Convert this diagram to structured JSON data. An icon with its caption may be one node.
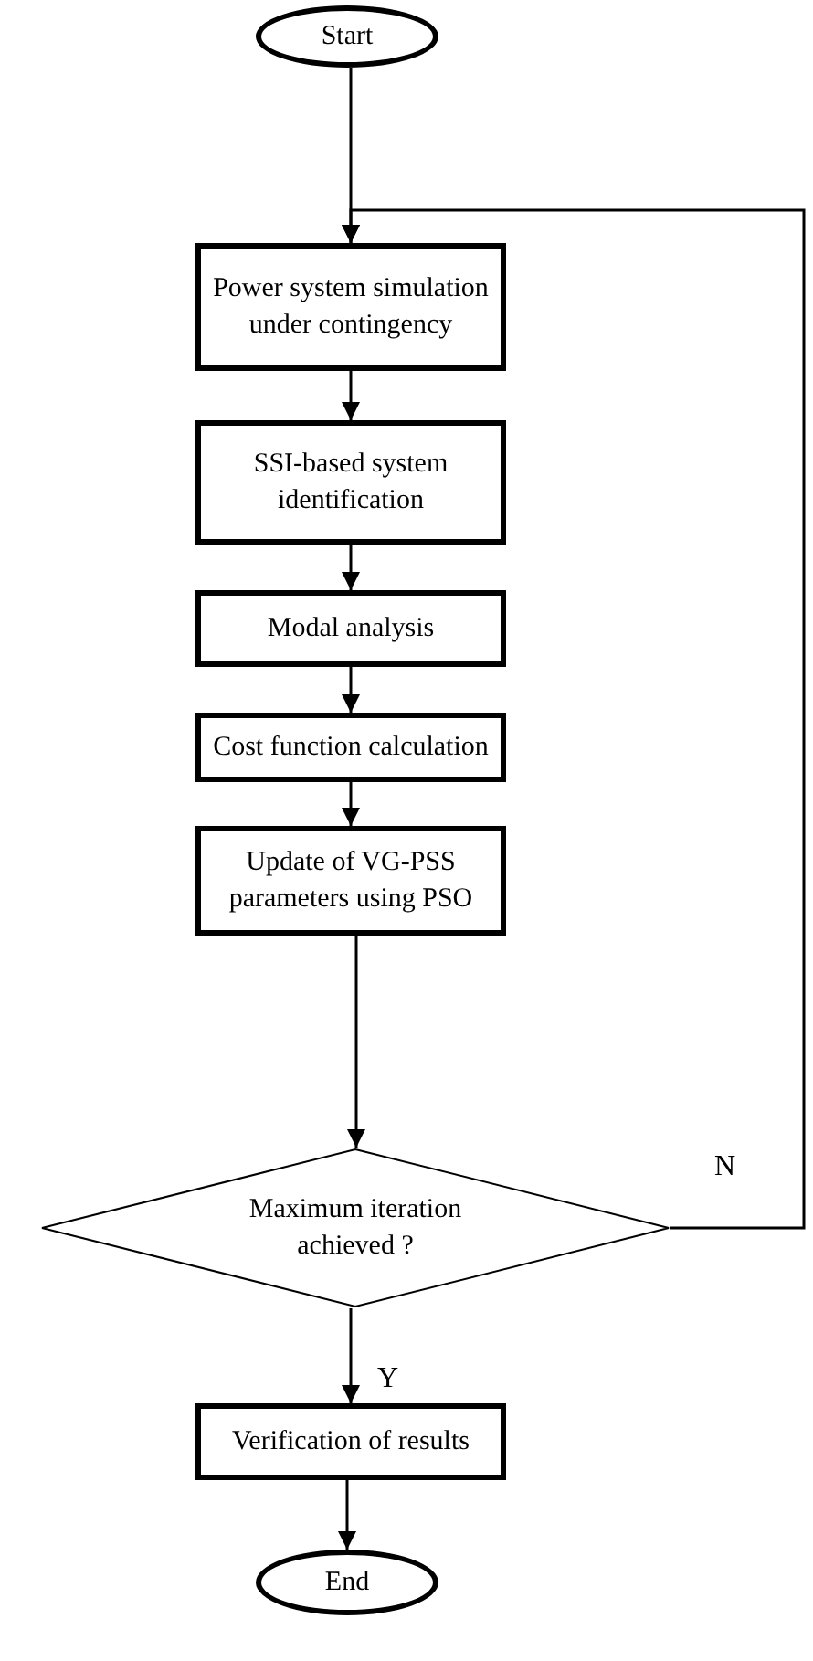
{
  "diagram": {
    "nodes": [
      {
        "text": [
          "Start"
        ]
      },
      {
        "text": [
          "Power system simulation under contingency"
        ]
      },
      {
        "text": [
          "SSI-based system identification"
        ]
      },
      {
        "text": [
          "Modal analysis"
        ]
      },
      {
        "text": [
          "Cost function calculation"
        ]
      },
      {
        "text": [
          "Update of VG-PSS parameters using PSO"
        ]
      },
      {
        "text": [
          "Maximum iteration achieved ?"
        ]
      },
      {
        "text": [
          "Verification of results"
        ]
      },
      {
        "text": [
          "End"
        ]
      }
    ],
    "edges": [
      {
        "from": 0,
        "to": 1,
        "arrow": "to"
      },
      {
        "from": 1,
        "to": 2,
        "arrow": "to"
      },
      {
        "from": 2,
        "to": 3,
        "arrow": "to"
      },
      {
        "from": 3,
        "to": 4,
        "arrow": "to"
      },
      {
        "from": 4,
        "to": 5,
        "arrow": "to"
      },
      {
        "from": 5,
        "to": 6,
        "arrow": "to"
      },
      {
        "from": 6,
        "to": 7,
        "arrow": "to",
        "label": "Y"
      },
      {
        "from": 7,
        "to": 8,
        "arrow": "to"
      },
      {
        "from": 6,
        "to": 1,
        "arrow": "to",
        "label": "N"
      }
    ]
  }
}
